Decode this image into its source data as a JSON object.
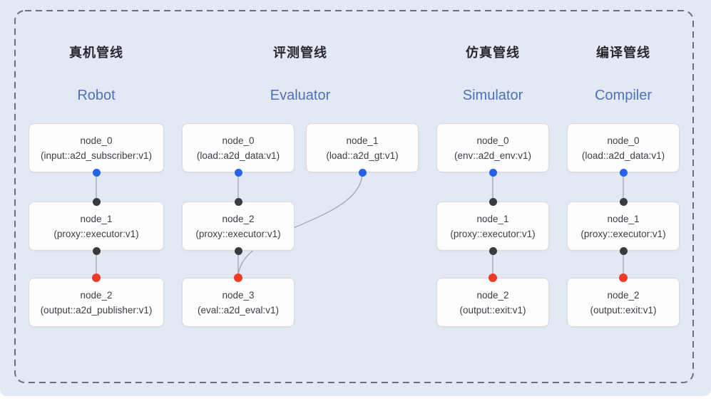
{
  "palette": {
    "background": "#e3e8f5",
    "panel_border": "#6d6f76",
    "box_fill": "#fdfdfe",
    "box_border": "#d8dade",
    "edge": "#9aa0ab",
    "port_blue": "#2563eb",
    "port_black": "#3a3b3f",
    "port_red": "#ee3b28",
    "title_color": "#27282c",
    "subtitle_color": "#4f71ba",
    "node_text": "#3d3e44"
  },
  "pipelines": [
    {
      "title_zh": "真机管线",
      "title_en": "Robot",
      "nodes": [
        {
          "name": "node_0",
          "type": "(input::a2d_subscriber:v1)",
          "row": 0,
          "ports": {
            "bottom": "blue"
          }
        },
        {
          "name": "node_1",
          "type": "(proxy::executor:v1)",
          "row": 1,
          "ports": {
            "top": "black",
            "bottom": "black"
          }
        },
        {
          "name": "node_2",
          "type": "(output::a2d_publisher:v1)",
          "row": 2,
          "ports": {
            "top": "red"
          }
        }
      ],
      "edges": [
        {
          "from": 0,
          "to": 1
        },
        {
          "from": 1,
          "to": 2
        }
      ]
    },
    {
      "title_zh": "评测管线",
      "title_en": "Evaluator",
      "nodes": [
        {
          "name": "node_0",
          "type": "(load::a2d_data:v1)",
          "row": 0,
          "ports": {
            "bottom": "blue"
          }
        },
        {
          "name": "node_1",
          "type": "(load::a2d_gt:v1)",
          "row": 0,
          "ports": {
            "bottom": "blue"
          }
        },
        {
          "name": "node_2",
          "type": "(proxy::executor:v1)",
          "row": 1,
          "ports": {
            "top": "black",
            "bottom": "black"
          }
        },
        {
          "name": "node_3",
          "type": "(eval::a2d_eval:v1)",
          "row": 2,
          "ports": {
            "top": "red"
          }
        }
      ],
      "edges": [
        {
          "from": 0,
          "to": 2
        },
        {
          "from": 2,
          "to": 3
        },
        {
          "from": 1,
          "to": 3
        }
      ]
    },
    {
      "title_zh": "仿真管线",
      "title_en": "Simulator",
      "nodes": [
        {
          "name": "node_0",
          "type": "(env::a2d_env:v1)",
          "row": 0,
          "ports": {
            "bottom": "blue"
          }
        },
        {
          "name": "node_1",
          "type": "(proxy::executor:v1)",
          "row": 1,
          "ports": {
            "top": "black",
            "bottom": "black"
          }
        },
        {
          "name": "node_2",
          "type": "(output::exit:v1)",
          "row": 2,
          "ports": {
            "top": "red"
          }
        }
      ],
      "edges": [
        {
          "from": 0,
          "to": 1
        },
        {
          "from": 1,
          "to": 2
        }
      ]
    },
    {
      "title_zh": "编译管线",
      "title_en": "Compiler",
      "nodes": [
        {
          "name": "node_0",
          "type": "(load::a2d_data:v1)",
          "row": 0,
          "ports": {
            "bottom": "blue"
          }
        },
        {
          "name": "node_1",
          "type": "(proxy::executor:v1)",
          "row": 1,
          "ports": {
            "top": "black",
            "bottom": "black"
          }
        },
        {
          "name": "node_2",
          "type": "(output::exit:v1)",
          "row": 2,
          "ports": {
            "top": "red"
          }
        }
      ],
      "edges": [
        {
          "from": 0,
          "to": 1
        },
        {
          "from": 1,
          "to": 2
        }
      ]
    }
  ]
}
